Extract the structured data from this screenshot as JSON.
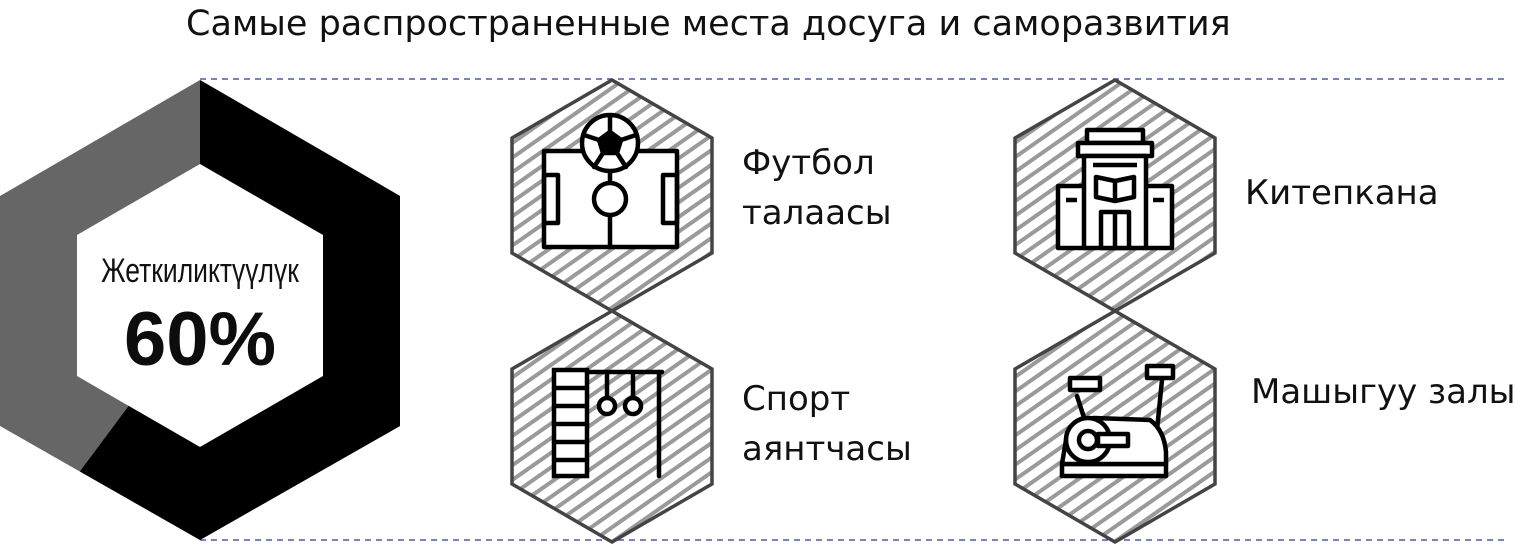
{
  "title": "Самые распространенные места досуга и саморазвития",
  "gauge": {
    "label": "Жеткиликтүүлүк",
    "value_text": "60%",
    "value_percent": 60,
    "filled_color": "#000000",
    "rest_color": "#666666"
  },
  "items": [
    {
      "icon": "football-field-icon",
      "lines": [
        "Футбол",
        "талаасы"
      ]
    },
    {
      "icon": "library-icon",
      "lines": [
        "Китепкана"
      ]
    },
    {
      "icon": "sports-ground-icon",
      "lines": [
        "Спорт",
        "аянтчасы"
      ]
    },
    {
      "icon": "exercise-bike-icon",
      "lines": [
        "Машыгуу залы"
      ]
    }
  ],
  "colors": {
    "hex_stroke": "#444444",
    "hatch": "#9a9a9a",
    "divider": "#2b3a8c"
  }
}
